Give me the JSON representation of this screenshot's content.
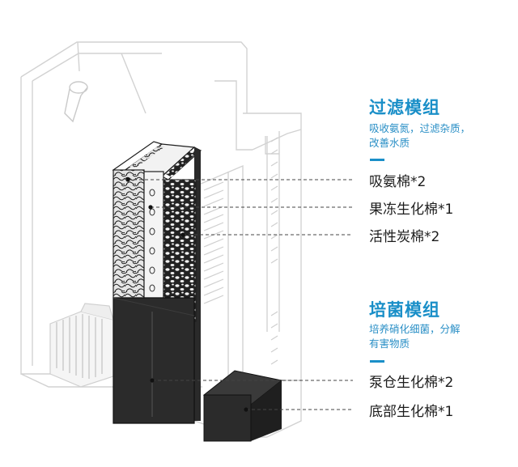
{
  "filter_module": {
    "title": "过滤模组",
    "description_line1": "吸收氨氮，过滤杂质，",
    "description_line2": "改善水质",
    "accent_color": "#1a8fc8"
  },
  "bacteria_module": {
    "title": "培菌模组",
    "description_line1": "培养硝化细菌，分解",
    "description_line2": "有害物质",
    "accent_color": "#1a8fc8"
  },
  "callouts": [
    {
      "label": "吸氨棉*2"
    },
    {
      "label": "果冻生化棉*1"
    },
    {
      "label": "活性炭棉*2"
    },
    {
      "label": "泵仓生化棉*2"
    },
    {
      "label": "底部生化棉*1"
    }
  ]
}
